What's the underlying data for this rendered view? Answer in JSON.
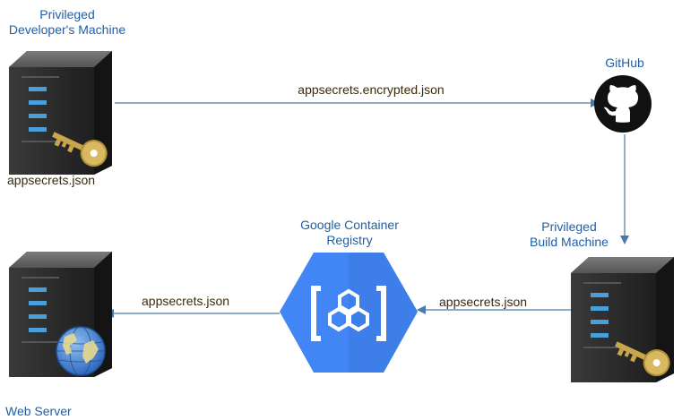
{
  "nodes": {
    "dev_machine": {
      "title_line1": "Privileged",
      "title_line2": "Developer's Machine",
      "file_label": "appsecrets.json"
    },
    "github": {
      "title": "GitHub"
    },
    "build_machine": {
      "title_line1": "Privileged",
      "title_line2": "Build Machine"
    },
    "registry": {
      "title_line1": "Google Container",
      "title_line2": "Registry"
    },
    "web_server": {
      "title": "Web Server"
    }
  },
  "edges": {
    "dev_to_github": "appsecrets.encrypted.json",
    "build_to_registry": "appsecrets.json",
    "registry_to_web": "appsecrets.json"
  },
  "colors": {
    "title_text": "#1f5fa8",
    "edge_text": "#3b2a0a",
    "arrow": "#4a7aa8",
    "server_body": "#2a2a2a",
    "server_led": "#4a9fd8",
    "key": "#d8b860",
    "registry_hex": "#4285f4",
    "github": "#111111",
    "globe": "#3a7cd4"
  }
}
